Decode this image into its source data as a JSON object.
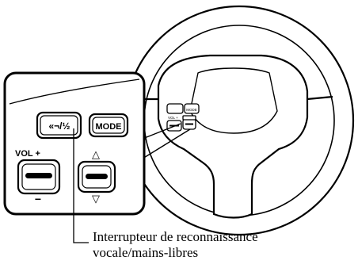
{
  "callout": {
    "line1": "Interrupteur de reconnaissance",
    "line2": "vocale/mains-libres"
  },
  "inset": {
    "vol_plus": "VOL +",
    "vol_minus": "−",
    "mode_label": "MODE",
    "voice_symbol": "«¬/½",
    "up_arrow": "△",
    "down_arrow": "▽"
  },
  "wheel": {
    "mini_mode": "MODE",
    "mini_vol": "VOL +"
  },
  "icons": [
    "voice-recognition-icon",
    "handsfree-phone-icon",
    "up-arrow-icon",
    "down-arrow-icon"
  ]
}
